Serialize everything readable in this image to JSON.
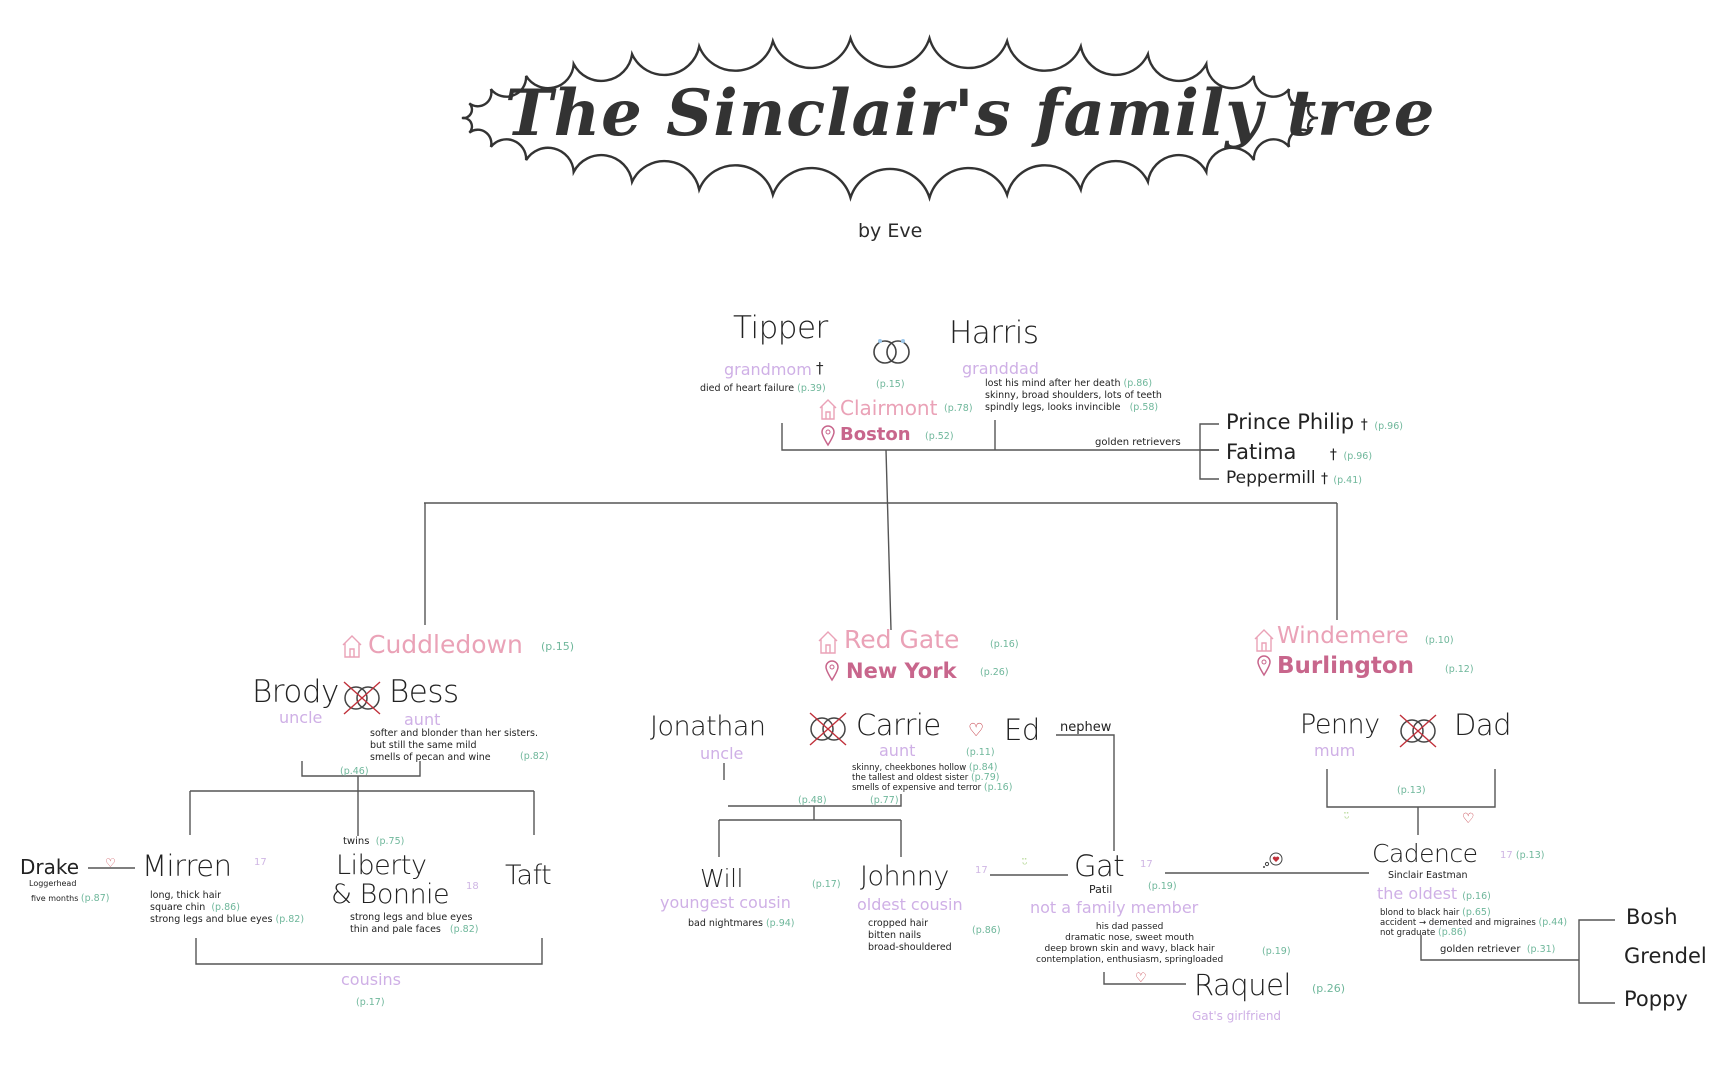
{
  "title": "The Sinclair's family tree",
  "author": "by Eve",
  "colors": {
    "ink": "#2b2b2b",
    "role": "#cfb0e6",
    "house": "#eaa2b7",
    "city": "#c8668c",
    "page_ref": "#6fb79b",
    "heart": "#c0303a",
    "smiley": "#b8d99a"
  },
  "grandparents": {
    "tipper": {
      "name": "Tipper",
      "role": "grandmom",
      "deceased": "†",
      "note": "died of heart failure",
      "ref": "(p.39)"
    },
    "marriage_ref": "(p.15)",
    "harris": {
      "name": "Harris",
      "role": "granddad",
      "notes": [
        "lost his mind after her death",
        "skinny, broad shoulders, lots of teeth",
        "spindly legs, looks invincible"
      ],
      "refs": [
        "(p.86)",
        "(p.58)"
      ]
    },
    "house": {
      "name": "Clairmont",
      "ref": "(p.78)",
      "icon": "house-icon"
    },
    "city": {
      "name": "Boston",
      "ref": "(p.52)",
      "icon": "pin-icon"
    },
    "dogs_label": "golden retrievers",
    "dogs": [
      {
        "name": "Prince Philip",
        "deceased": "†",
        "ref": "(p.96)"
      },
      {
        "name": "Fatima",
        "deceased": "†",
        "ref": "(p.96)"
      },
      {
        "name": "Peppermill",
        "deceased": "†",
        "ref": "(p.41)"
      }
    ]
  },
  "cuddledown": {
    "house": {
      "name": "Cuddledown",
      "ref": "(p.15)"
    },
    "brody": {
      "name": "Brody",
      "role": "uncle"
    },
    "bess": {
      "name": "Bess",
      "role": "aunt",
      "notes": [
        "softer and blonder than her sisters.",
        "but still the same mild",
        "smells of pecan and wine"
      ],
      "ref": "(p.82)"
    },
    "children_ref": "(p.46)",
    "drake": {
      "name": "Drake",
      "surname": "Loggerhead",
      "note": "five months",
      "ref": "(p.87)"
    },
    "mirren": {
      "name": "Mirren",
      "age": "17",
      "notes": [
        "long, thick hair",
        "square chin",
        "strong legs and blue eyes"
      ],
      "refs": [
        "(p.86)",
        "(p.82)"
      ]
    },
    "twins": {
      "label": "twins",
      "ref": "(p.75)",
      "name1": "Liberty",
      "name2": "& Bonnie",
      "age": "18",
      "notes": [
        "strong legs and blue eyes",
        "thin and pale faces"
      ],
      "ref2": "(p.82)"
    },
    "taft": {
      "name": "Taft"
    },
    "cousins": {
      "label": "cousins",
      "ref": "(p.17)"
    }
  },
  "redgate": {
    "house": {
      "name": "Red Gate",
      "ref": "(p.16)"
    },
    "city": {
      "name": "New York",
      "ref": "(p.26)"
    },
    "jonathan": {
      "name": "Jonathan",
      "role": "uncle"
    },
    "carrie": {
      "name": "Carrie",
      "role": "aunt",
      "notes": [
        "skinny, cheekbones hollow",
        "the tallest and oldest sister",
        "smells of expensive and terror"
      ],
      "refs": [
        "(p.84)",
        "(p.79)",
        "(p.16)",
        "(p.77)"
      ]
    },
    "ed": {
      "name": "Ed",
      "ref": "(p.11)",
      "relation": "nephew"
    },
    "children_ref": "(p.48)",
    "will": {
      "name": "Will",
      "role": "youngest cousin",
      "ref": "(p.17)",
      "note": "bad nightmares",
      "note_ref": "(p.94)"
    },
    "johnny": {
      "name": "Johnny",
      "age": "17",
      "role": "oldest cousin",
      "notes": [
        "cropped hair",
        "bitten nails",
        "broad-shouldered"
      ],
      "ref": "(p.86)"
    },
    "gat": {
      "name": "Gat",
      "surname": "Patil",
      "age": "17",
      "ref": "(p.19)",
      "role": "not a family member",
      "notes": [
        "his dad passed",
        "dramatic nose, sweet mouth",
        "deep brown skin and wavy, black hair",
        "contemplation, enthusiasm, springloaded"
      ],
      "notes_ref": "(p.19)"
    },
    "raquel": {
      "name": "Raquel",
      "ref": "(p.26)",
      "role": "Gat's girlfriend"
    }
  },
  "windemere": {
    "house": {
      "name": "Windemere",
      "ref": "(p.10)"
    },
    "city": {
      "name": "Burlington",
      "ref": "(p.12)"
    },
    "penny": {
      "name": "Penny",
      "role": "mum"
    },
    "dad": {
      "name": "Dad"
    },
    "children_ref": "(p.13)",
    "cadence": {
      "name": "Cadence",
      "surname": "Sinclair Eastman",
      "age": "17",
      "ref": "(p.13)",
      "role": "the oldest",
      "role_ref": "(p.16)",
      "notes": [
        "blond to black hair",
        "accident → demented and migraines",
        "not graduate"
      ],
      "notes_refs": [
        "(p.65)",
        "(p.44)",
        "(p.86)"
      ]
    },
    "dogs_label": "golden retriever",
    "dogs_ref": "(p.31)",
    "dogs": [
      {
        "name": "Bosh"
      },
      {
        "name": "Grendel"
      },
      {
        "name": "Poppy"
      }
    ]
  }
}
